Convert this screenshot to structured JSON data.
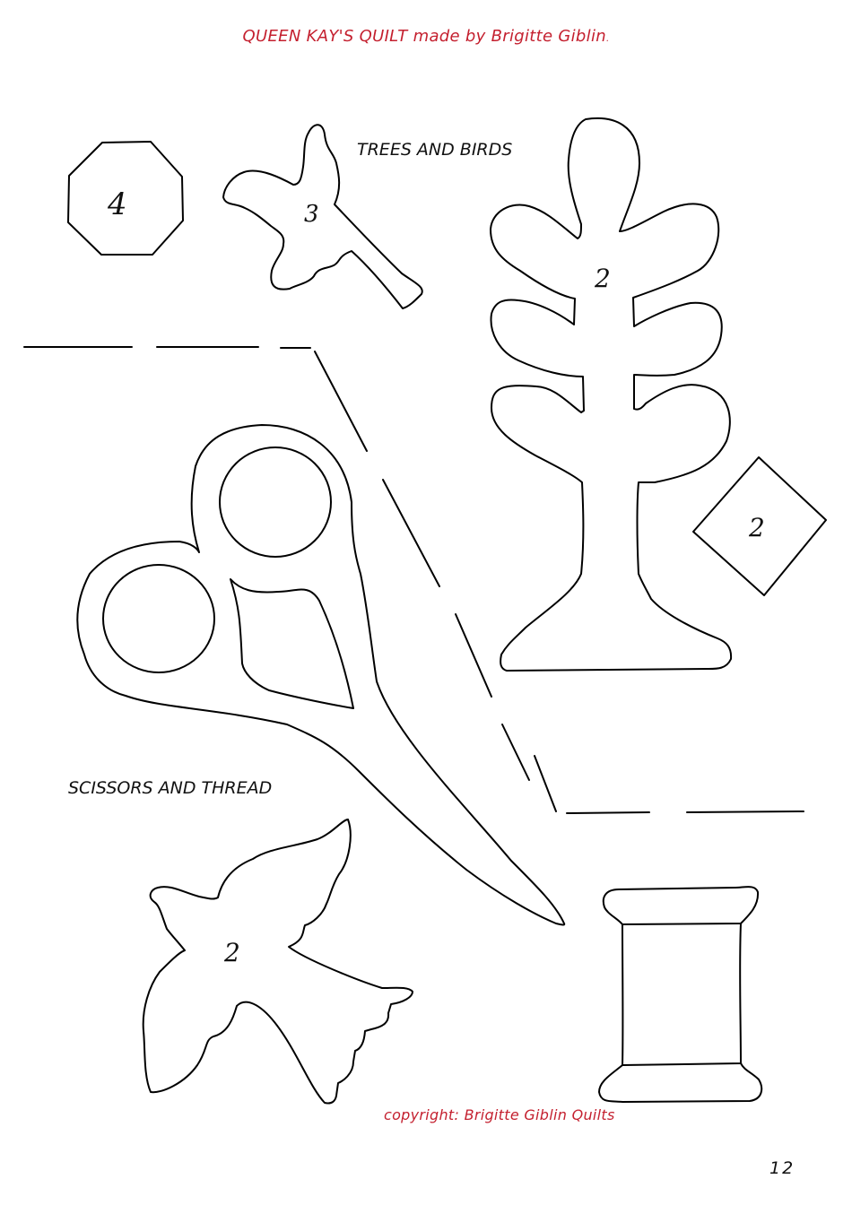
{
  "header": {
    "title": "QUEEN KAY'S QUILT made by Brigitte Giblin",
    "title_dot": ".",
    "accent_color": "#c4202f"
  },
  "sections": {
    "trees_and_birds": "TREES AND BIRDS",
    "scissors_and_thread": "SCISSORS AND THREAD"
  },
  "templates": [
    {
      "shape": "octagon",
      "count": "4"
    },
    {
      "shape": "small-bird",
      "count": "3"
    },
    {
      "shape": "tree",
      "count": "2"
    },
    {
      "shape": "diamond-square",
      "count": "2"
    },
    {
      "shape": "scissors",
      "count": ""
    },
    {
      "shape": "dove",
      "count": "2"
    },
    {
      "shape": "thread-spool",
      "count": ""
    }
  ],
  "footer": {
    "copyright": "copyright:  Brigitte Giblin Quilts",
    "page_number": "12"
  }
}
